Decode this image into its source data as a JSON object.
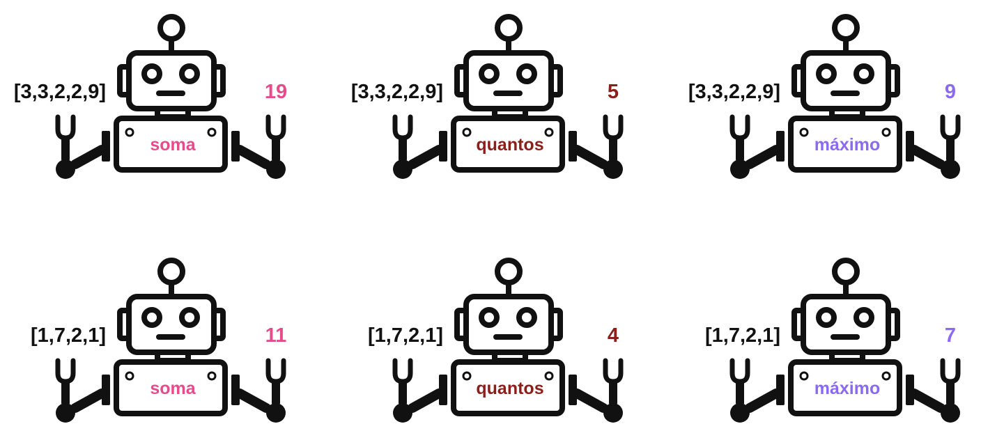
{
  "colors": {
    "soma": "#e64b8c",
    "quantos": "#8b1f1a",
    "maximo": "#8c6af0",
    "ink": "#111111"
  },
  "icon": "robot-icon",
  "robots": [
    {
      "input": "[3,3,2,2,9]",
      "name": "soma",
      "output": "19",
      "color": "#e64b8c"
    },
    {
      "input": "[3,3,2,2,9]",
      "name": "quantos",
      "output": "5",
      "color": "#8b1f1a"
    },
    {
      "input": "[3,3,2,2,9]",
      "name": "máximo",
      "output": "9",
      "color": "#8c6af0"
    },
    {
      "input": "[1,7,2,1]",
      "name": "soma",
      "output": "11",
      "color": "#e64b8c"
    },
    {
      "input": "[1,7,2,1]",
      "name": "quantos",
      "output": "4",
      "color": "#8b1f1a"
    },
    {
      "input": "[1,7,2,1]",
      "name": "máximo",
      "output": "7",
      "color": "#8c6af0"
    }
  ]
}
